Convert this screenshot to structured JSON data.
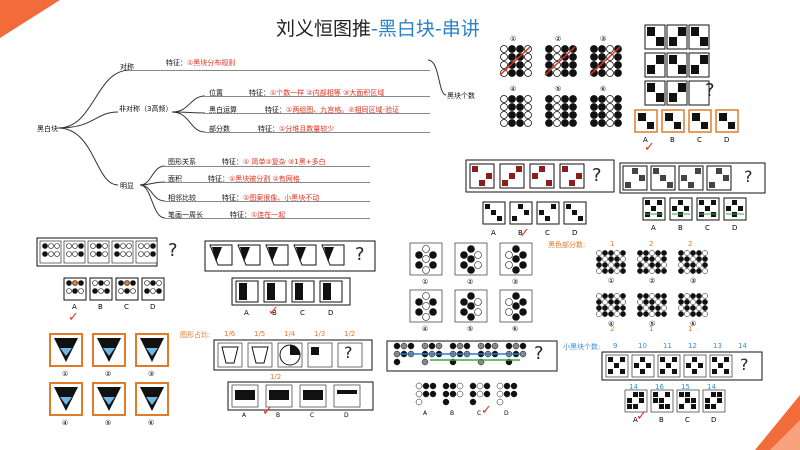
{
  "title": {
    "main": "刘义恒图推",
    "sub": "-黑白块-串讲"
  },
  "colors": {
    "accent": "#2b82c9",
    "red": "#e0311f",
    "orange": "#e07b2a",
    "corner": "#f26b3a"
  },
  "mindmap": {
    "root": "黑白块",
    "right_label": "黑块个数",
    "branches": [
      {
        "label": "对称",
        "feature_prefix": "特征：",
        "feature": "①黑块分布规则"
      },
      {
        "label": "非对称（3高频）",
        "children": [
          {
            "label": "位置",
            "feature_prefix": "特征：",
            "feature": "①个数一样 ②内部相等 ③大面积区域"
          },
          {
            "label": "黑白运算",
            "feature_prefix": "特征：",
            "feature": "①两组图、九宫格。②相同区域-验证"
          },
          {
            "label": "部分数",
            "feature_prefix": "特征：",
            "feature": "①分堆且数量较少"
          }
        ]
      },
      {
        "label": "明显",
        "children": [
          {
            "label": "图形关系",
            "feature_prefix": "特征：",
            "feature": "① 简单②复杂 ③1黑+多白"
          },
          {
            "label": "面积",
            "feature_prefix": "特征：",
            "feature": "①黑块被分割 ②有网格"
          },
          {
            "label": "相邻比较",
            "feature_prefix": "特征：",
            "feature": "①图案很像、小黑块不动"
          },
          {
            "label": "笔画一周长",
            "feature_prefix": "特征：",
            "feature": "①连在一起"
          }
        ]
      }
    ]
  },
  "options": [
    "A",
    "B",
    "C",
    "D"
  ],
  "circled": [
    "①",
    "②",
    "③",
    "④",
    "⑤",
    "⑥"
  ],
  "question_mark": "?",
  "check_mark": "✓",
  "area_label": "图形占比:",
  "area_ratios": [
    "1/6",
    "1/5",
    "1/4",
    "1/3",
    "1/2"
  ],
  "area_answer": "1/2",
  "color_parts_label": "黑色部分数:",
  "color_parts_top": [
    "1",
    "2",
    "2"
  ],
  "color_parts_bottom": [
    "2",
    "1",
    "1"
  ],
  "small_blocks_label": "小黑块个数:",
  "small_blocks": [
    "9",
    "10",
    "11",
    "12",
    "13",
    "14"
  ],
  "small_blocks_opts": [
    "14",
    "16",
    "15",
    "14"
  ]
}
